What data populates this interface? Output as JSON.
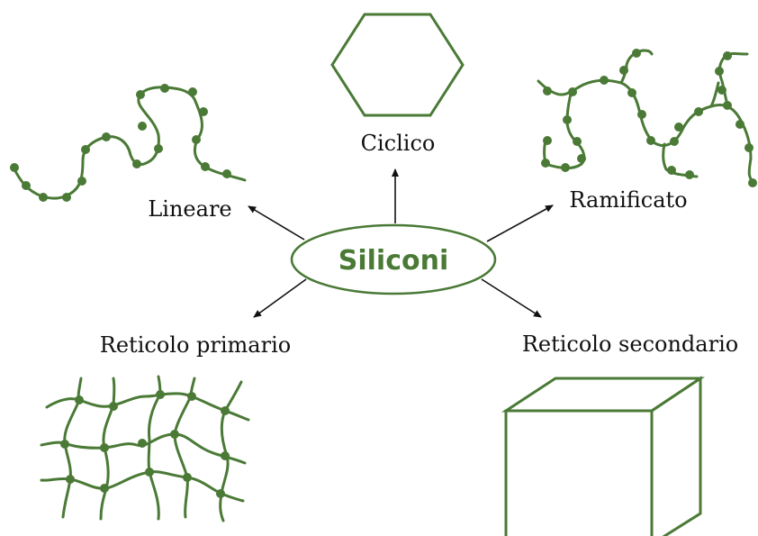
{
  "diagram": {
    "center": "Siliconi",
    "labels": {
      "linear": "Lineare",
      "cyclic": "Ciclico",
      "branched": "Ramificato",
      "primary_network": "Reticolo primario",
      "secondary_network": "Reticolo secondario"
    }
  },
  "colors": {
    "polymer": "#4a7a36",
    "arrow": "#111111",
    "text": "#111111",
    "background": "#ffffff"
  }
}
